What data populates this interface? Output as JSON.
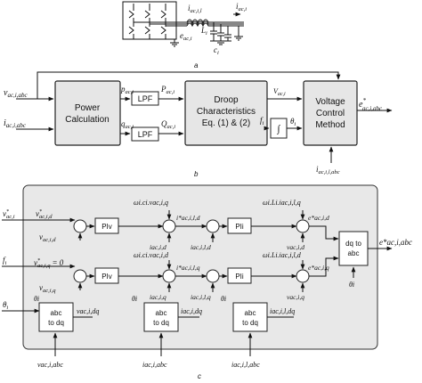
{
  "panel_a": {
    "caption": "a",
    "i_inner": "i",
    "i_inner_sub": "ac,i,l",
    "i_out": "i",
    "i_out_sub": "ac,i",
    "inductor": "L",
    "inductor_sub": "i",
    "e_label": "e",
    "e_sub": "ac,i",
    "cap": "c",
    "cap_sub": "i"
  },
  "panel_b": {
    "caption": "b",
    "in_v": "v",
    "in_v_sub": "ac,i,abc",
    "in_i": "i",
    "in_i_sub": "ac,i,abc",
    "power_calc_1": "Power",
    "power_calc_2": "Calculation",
    "p_label": "p",
    "p_sub": "ac,i",
    "q_label": "q",
    "q_sub": "ac,i",
    "lpf1": "LPF",
    "lpf2": "LPF",
    "P_label": "P",
    "P_sub": "ac,i",
    "Q_label": "Q",
    "Q_sub": "ac,i",
    "droop_1": "Droop",
    "droop_2": "Characteristics",
    "droop_3": "Eq. (1) & (2)",
    "v_out": "V",
    "v_out_sub": "ac,i",
    "f_label": "f",
    "f_sub": "i",
    "integrator": "∫",
    "theta": "θ",
    "theta_sub": "i",
    "vcm_1": "Voltage",
    "vcm_2": "Control",
    "vcm_3": "Method",
    "e_out": "e",
    "e_out_sup": "*",
    "e_out_sub": "ac,i,abc",
    "i_fb": "i",
    "i_fb_sub": "ac,i,l,abc"
  },
  "panel_c": {
    "caption": "c",
    "v_in": "v",
    "v_in_sup": "*",
    "v_in_sub": "ac,i",
    "f_in": "f",
    "f_in_sub": "i",
    "theta_in": "θ",
    "theta_in_sub": "i",
    "v_ref_d": "v",
    "v_ref_d_sup": "*",
    "v_ref_d_sub": "ac,i,d",
    "v_meas_d": "v",
    "v_meas_d_sub": "ac,i,d",
    "v_ref_q": "v",
    "v_ref_q_sup": "*",
    "v_ref_q_sub": "ac,i,q",
    "v_ref_q_eq": "= 0",
    "v_meas_q": "v",
    "v_meas_q_sub": "ac,i,q",
    "pi_v_1": "PIv",
    "pi_v_2": "PIv",
    "pi_i_1": "PIi",
    "pi_i_2": "PIi",
    "ff_d1": "ωi.ci.vac,i,q",
    "ff_d2": "ωi.Li.iac,i,l,q",
    "ff_q1": "ωi.ci.vac,i,d",
    "ff_q2": "ωi.Li.iac,i,l,d",
    "i_d": "iac,i,d",
    "i_q": "iac,i,q",
    "il_ref_d": "i*ac,i,l,d",
    "il_ref_q": "i*ac,i,l,q",
    "il_d": "iac,i,l,d",
    "il_q": "iac,i,l,q",
    "v_d": "vac,i,d",
    "v_q": "vac,i,q",
    "e_d": "e*ac,i,d",
    "e_q": "e*ac,i,q",
    "dq_abc_1": "dq to",
    "dq_abc_2": "abc",
    "theta_dq": "θi",
    "e_out": "e*ac,i,abc",
    "abc_dq_1": "abc",
    "abc_dq_2": "to dq",
    "out_v": "vac,i,dq",
    "out_i": "iac,i,dq",
    "out_il": "iac,i,l,dq",
    "th1": "θi",
    "th2": "θi",
    "th3": "θi",
    "bot_v": "vac,i,abc",
    "bot_i": "iac,i,abc",
    "bot_il": "iac,i,l,abc"
  }
}
